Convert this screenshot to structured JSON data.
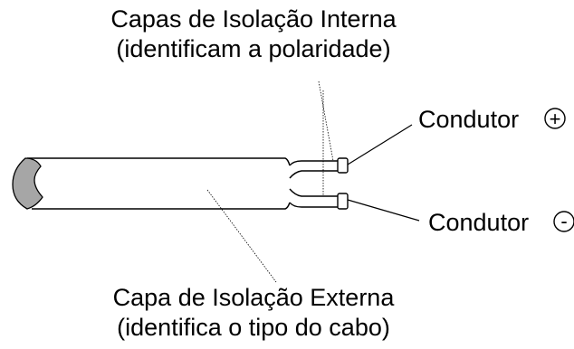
{
  "diagram": {
    "inner_insulation": {
      "title": "Capas de Isolação Interna",
      "note": "(identificam a polaridade)"
    },
    "outer_insulation": {
      "title": "Capa de Isolação Externa",
      "note": "(identifica o tipo do cabo)"
    },
    "positive_conductor": {
      "label": "Condutor",
      "symbol": "+"
    },
    "negative_conductor": {
      "label": "Condutor",
      "symbol": "-"
    },
    "colors": {
      "stroke": "#000000",
      "cable_end_fill": "#a6a6a6",
      "background": "#ffffff"
    }
  }
}
